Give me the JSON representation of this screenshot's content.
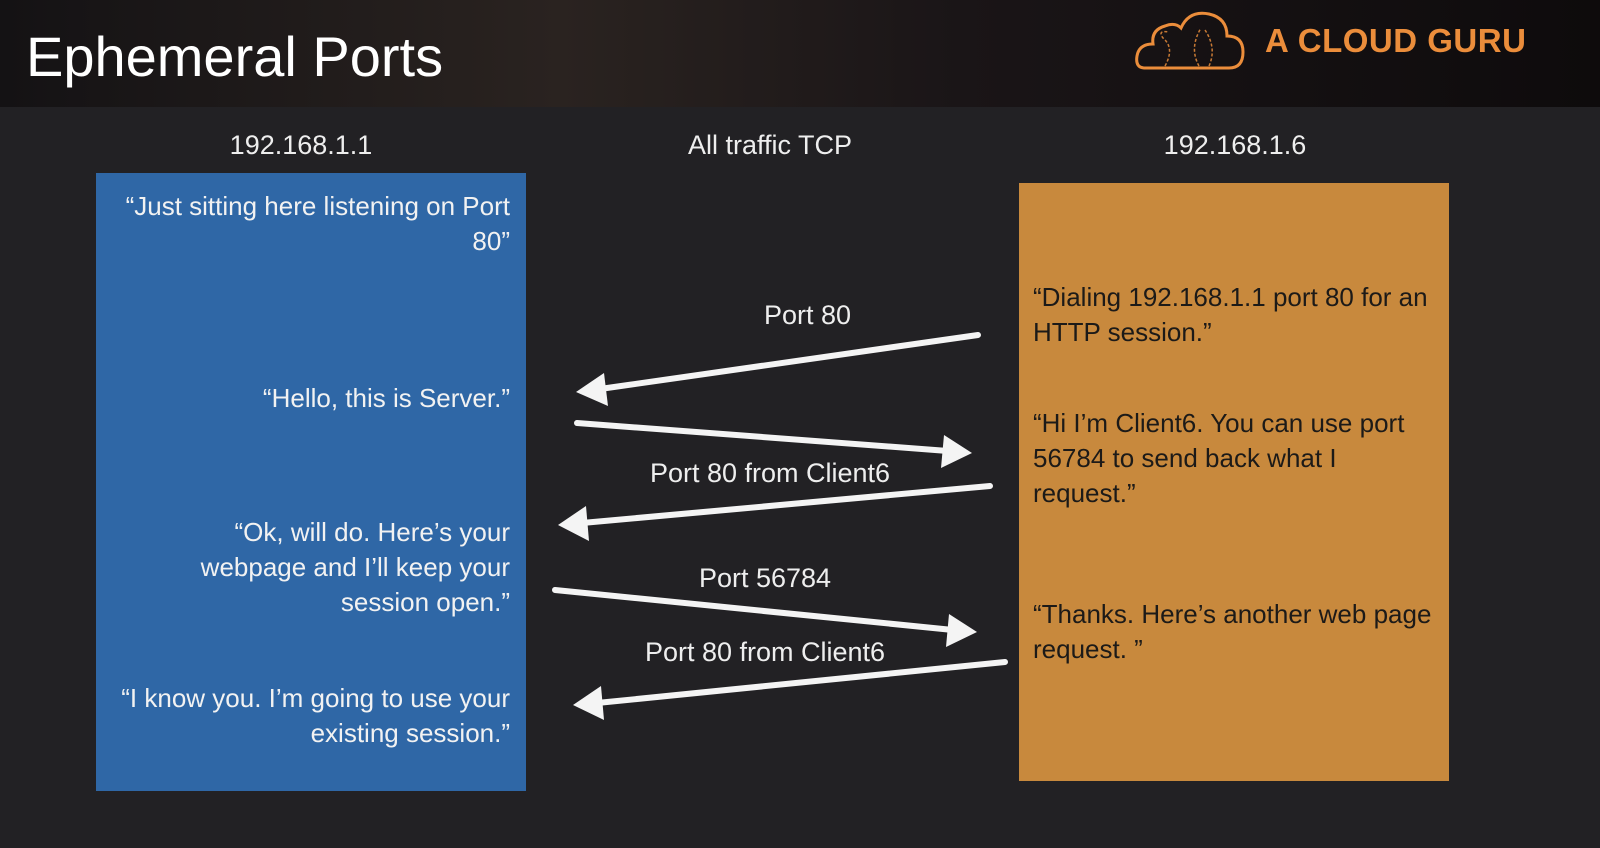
{
  "header": {
    "title": "Ephemeral Ports",
    "logo_text": "A CLOUD GURU"
  },
  "columns": {
    "left": "192.168.1.1",
    "middle": "All traffic TCP",
    "right": "192.168.1.6"
  },
  "server": [
    "“Just sitting here listening on Port 80”",
    "“Hello, this is Server.”",
    "“Ok, will do.  Here’s your webpage and I’ll keep your session open.”",
    "“I know you.  I’m going to use your existing session.”"
  ],
  "client": [
    "“Dialing 192.168.1.1 port 80 for an HTTP session.”",
    "“Hi I’m Client6. You can use port 56784 to send back what I request.”",
    "“Thanks.  Here’s another web page request. ”"
  ],
  "arrows": [
    "Port 80",
    "Port 80 from Client6",
    "Port 56784",
    "Port 80 from Client6"
  ],
  "colors": {
    "server_box": "#2f67a6",
    "client_box": "#c8893d",
    "brand": "#eb8d3b",
    "background": "#222124"
  }
}
